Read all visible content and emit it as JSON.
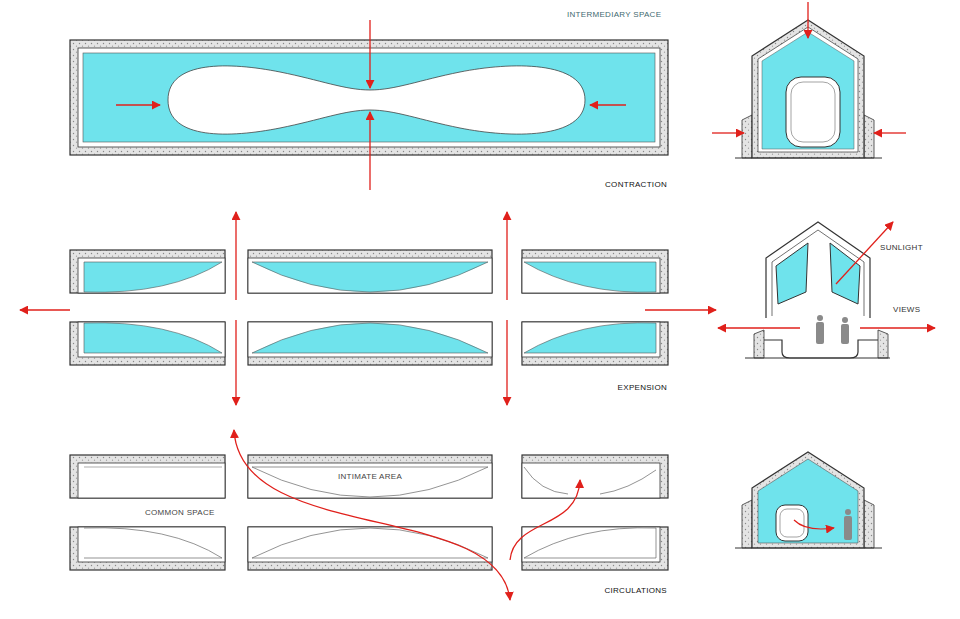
{
  "diagram": {
    "labels": [
      "INTERMEDIARY SPACE",
      "CONTRACTION",
      "SUNLIGHT",
      "VIEWS",
      "EXPENSION",
      "INTIMATE AREA",
      "COMMON SPACE",
      "CIRCULATIONS"
    ]
  }
}
